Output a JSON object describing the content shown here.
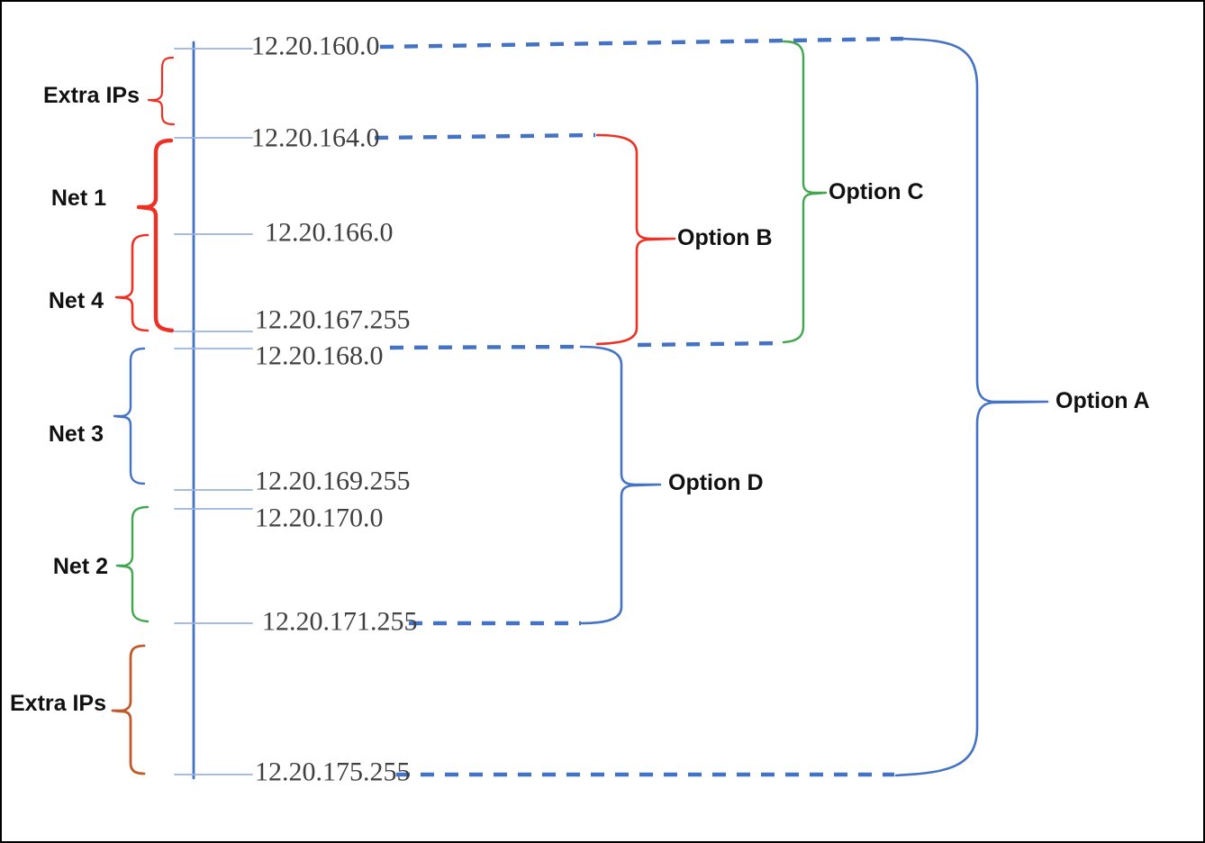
{
  "ips": [
    "12.20.160.0",
    "12.20.164.0",
    "12.20.166.0",
    "12.20.167.255",
    "12.20.168.0",
    "12.20.169.255",
    "12.20.170.0",
    "12.20.171.255",
    "12.20.175.255"
  ],
  "groups": {
    "extra_top": "Extra IPs",
    "net1": "Net 1",
    "net4": "Net 4",
    "net3": "Net 3",
    "net2": "Net 2",
    "extra_bottom": "Extra IPs"
  },
  "options": {
    "a": "Option A",
    "b": "Option B",
    "c": "Option C",
    "d": "Option D"
  },
  "colors": {
    "blue": "#4472C4",
    "tick": "#9AB3DF",
    "red": "#EE3124",
    "green": "#41A64E",
    "orange": "#C05A28",
    "ip_text": "#3F3F3F",
    "label_text": "#111111"
  }
}
